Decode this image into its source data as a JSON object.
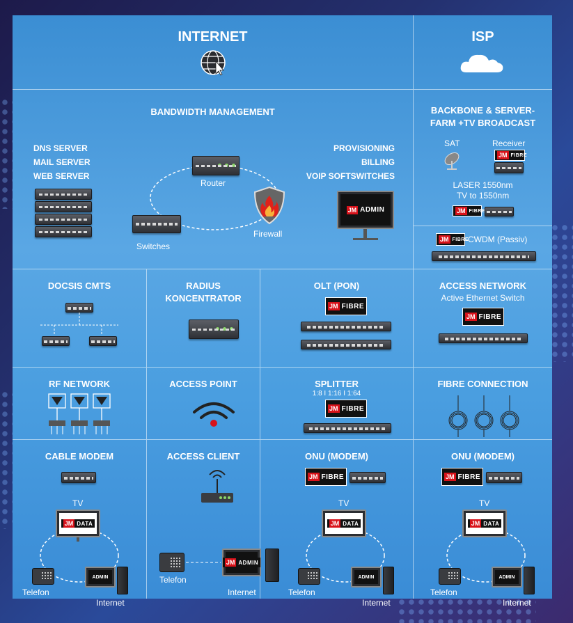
{
  "internet": {
    "title": "INTERNET"
  },
  "isp": {
    "title": "ISP"
  },
  "bandwidth": {
    "title": "BANDWIDTH MANAGEMENT",
    "servers": [
      "DNS SERVER",
      "MAIL SERVER",
      "WEB SERVER"
    ],
    "services": [
      "PROVISIONING",
      "BILLING",
      "VOIP SOFTSWITCHES"
    ],
    "router": "Router",
    "switches": "Switches",
    "firewall": "Firewall"
  },
  "backbone": {
    "title_line1": "BACKBONE & SERVER-",
    "title_line2": "FARM +TV BROADCAST",
    "sat": "SAT",
    "receiver": "Receiver",
    "laser_line1": "LASER 1550nm",
    "laser_line2": "TV to 1550nm"
  },
  "cwdm": {
    "label": "CWDM (Passiv)"
  },
  "docsis": {
    "title": "DOCSIS CMTS"
  },
  "radius": {
    "title_line1": "RADIUS",
    "title_line2": "KONCENTRATOR"
  },
  "olt": {
    "title": "OLT (PON)"
  },
  "access_network": {
    "title": "ACCESS NETWORK",
    "subtitle": "Active Ethernet Switch"
  },
  "rf": {
    "title": "RF NETWORK"
  },
  "access_point": {
    "title": "ACCESS POINT"
  },
  "splitter": {
    "title": "SPLITTER",
    "ratios": "1:8 I 1:16 I 1:64"
  },
  "fibre_connection": {
    "title": "FIBRE CONNECTION"
  },
  "cable_modem": {
    "title": "CABLE MODEM",
    "tv": "TV",
    "telefon": "Telefon",
    "internet": "Internet"
  },
  "access_client": {
    "title": "ACCESS CLIENT",
    "telefon": "Telefon",
    "internet": "Internet"
  },
  "onu1": {
    "title": "ONU (MODEM)",
    "tv": "TV",
    "telefon": "Telefon",
    "internet": "Internet"
  },
  "onu2": {
    "title": "ONU (MODEM)",
    "tv": "TV",
    "telefon": "Telefon",
    "internet": "Internet"
  },
  "brand": {
    "jm": "JM",
    "admin": "ADMIN",
    "fibre": "FIBRE",
    "data": "DATA"
  },
  "colors": {
    "accent_red": "#d8121a",
    "panel_blue": "#4a9ee0"
  }
}
